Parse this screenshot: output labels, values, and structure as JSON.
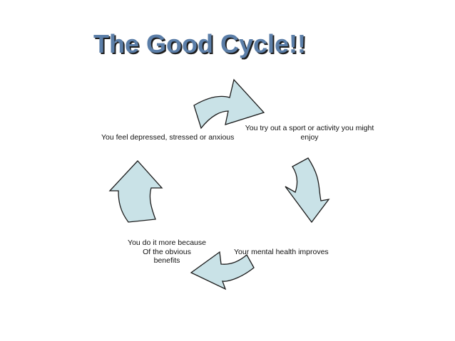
{
  "slide": {
    "title": "The Good Cycle!!",
    "colors": {
      "title_fill": "#5b7ea8",
      "title_shadow": "#1d1d1d",
      "arrow_fill": "#c9e2e7",
      "arrow_stroke": "#1a1a1a",
      "background": "#ffffff"
    }
  },
  "cycle": {
    "steps": [
      {
        "text": "You try out a sport or activity you might\nenjoy"
      },
      {
        "text": "Your mental health improves"
      },
      {
        "text": "You do it more because\nOf the obvious\nbenefits"
      },
      {
        "text": "You feel depressed, stressed or anxious"
      }
    ],
    "arrow_icons": [
      "curved-arrow-right",
      "curved-arrow-down",
      "curved-arrow-left",
      "curved-arrow-up"
    ]
  }
}
